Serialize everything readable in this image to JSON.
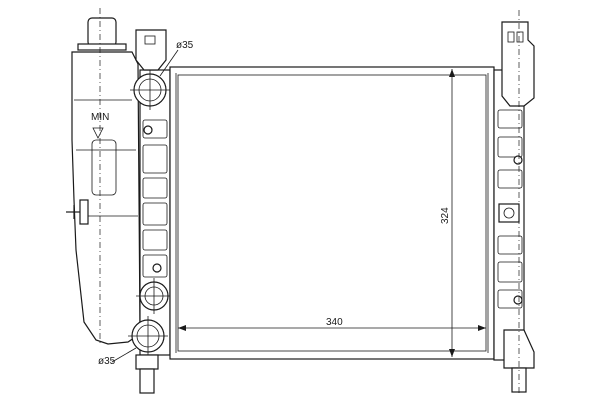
{
  "labels": {
    "inlet_diameter": "ø35",
    "outlet_diameter": "ø35",
    "min_mark": "MIN",
    "width_dim": "340",
    "height_dim": "324"
  },
  "colors": {
    "line": "#1a1a1a",
    "background": "#ffffff"
  }
}
